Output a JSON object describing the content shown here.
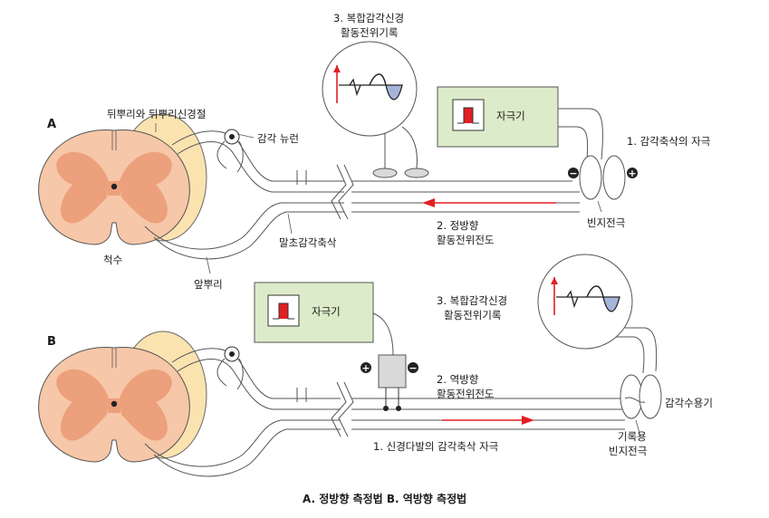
{
  "panel_a": {
    "letter": "A",
    "label_root_nerve": "뒤뿌리와 뒤뿌리신경절",
    "label_sensory_neuron": "감각 뉴런",
    "label_spinal_cord": "척수",
    "label_peripheral_axon": "말초감각축삭",
    "label_ventral_root": "앞뿌리",
    "recording_title_line1": "3. 복합감각신경",
    "recording_title_line2": "활동전위기록",
    "stimulator_label": "자극기",
    "label_stimulation": "1. 감각축삭의 자극",
    "label_bipolar_electrode": "빈지전극",
    "direction_line1": "2. 정방향",
    "direction_line2": "활동전위전도",
    "minus": "−",
    "plus": "+"
  },
  "panel_b": {
    "letter": "B",
    "stimulator_label": "자극기",
    "recording_title_line1": "3. 복합감각신경",
    "recording_title_line2": "활동전위기록",
    "direction_line1": "2. 역방향",
    "direction_line2": "활동전위전도",
    "label_receptor": "감각수용기",
    "label_recording_electrode_line1": "기록용",
    "label_recording_electrode_line2": "빈지전극",
    "label_stimulation": "1. 신경다발의 감각축삭 자극",
    "plus": "+",
    "minus": "−"
  },
  "caption": "A. 정방향 측정법   B. 역방향 측정법",
  "colors": {
    "cord_outer": "#f6c7a8",
    "cord_inner": "#eda07c",
    "ganglion": "#fbe3b0",
    "stim_box": "#dcebc9",
    "stim_pulse": "#e31e24",
    "arrow": "#e31e24",
    "waveform_fill": "#a7b4da"
  },
  "icons": [
    "red-pulse-icon",
    "plus-terminal-icon",
    "minus-terminal-icon",
    "direction-arrow-icon"
  ]
}
